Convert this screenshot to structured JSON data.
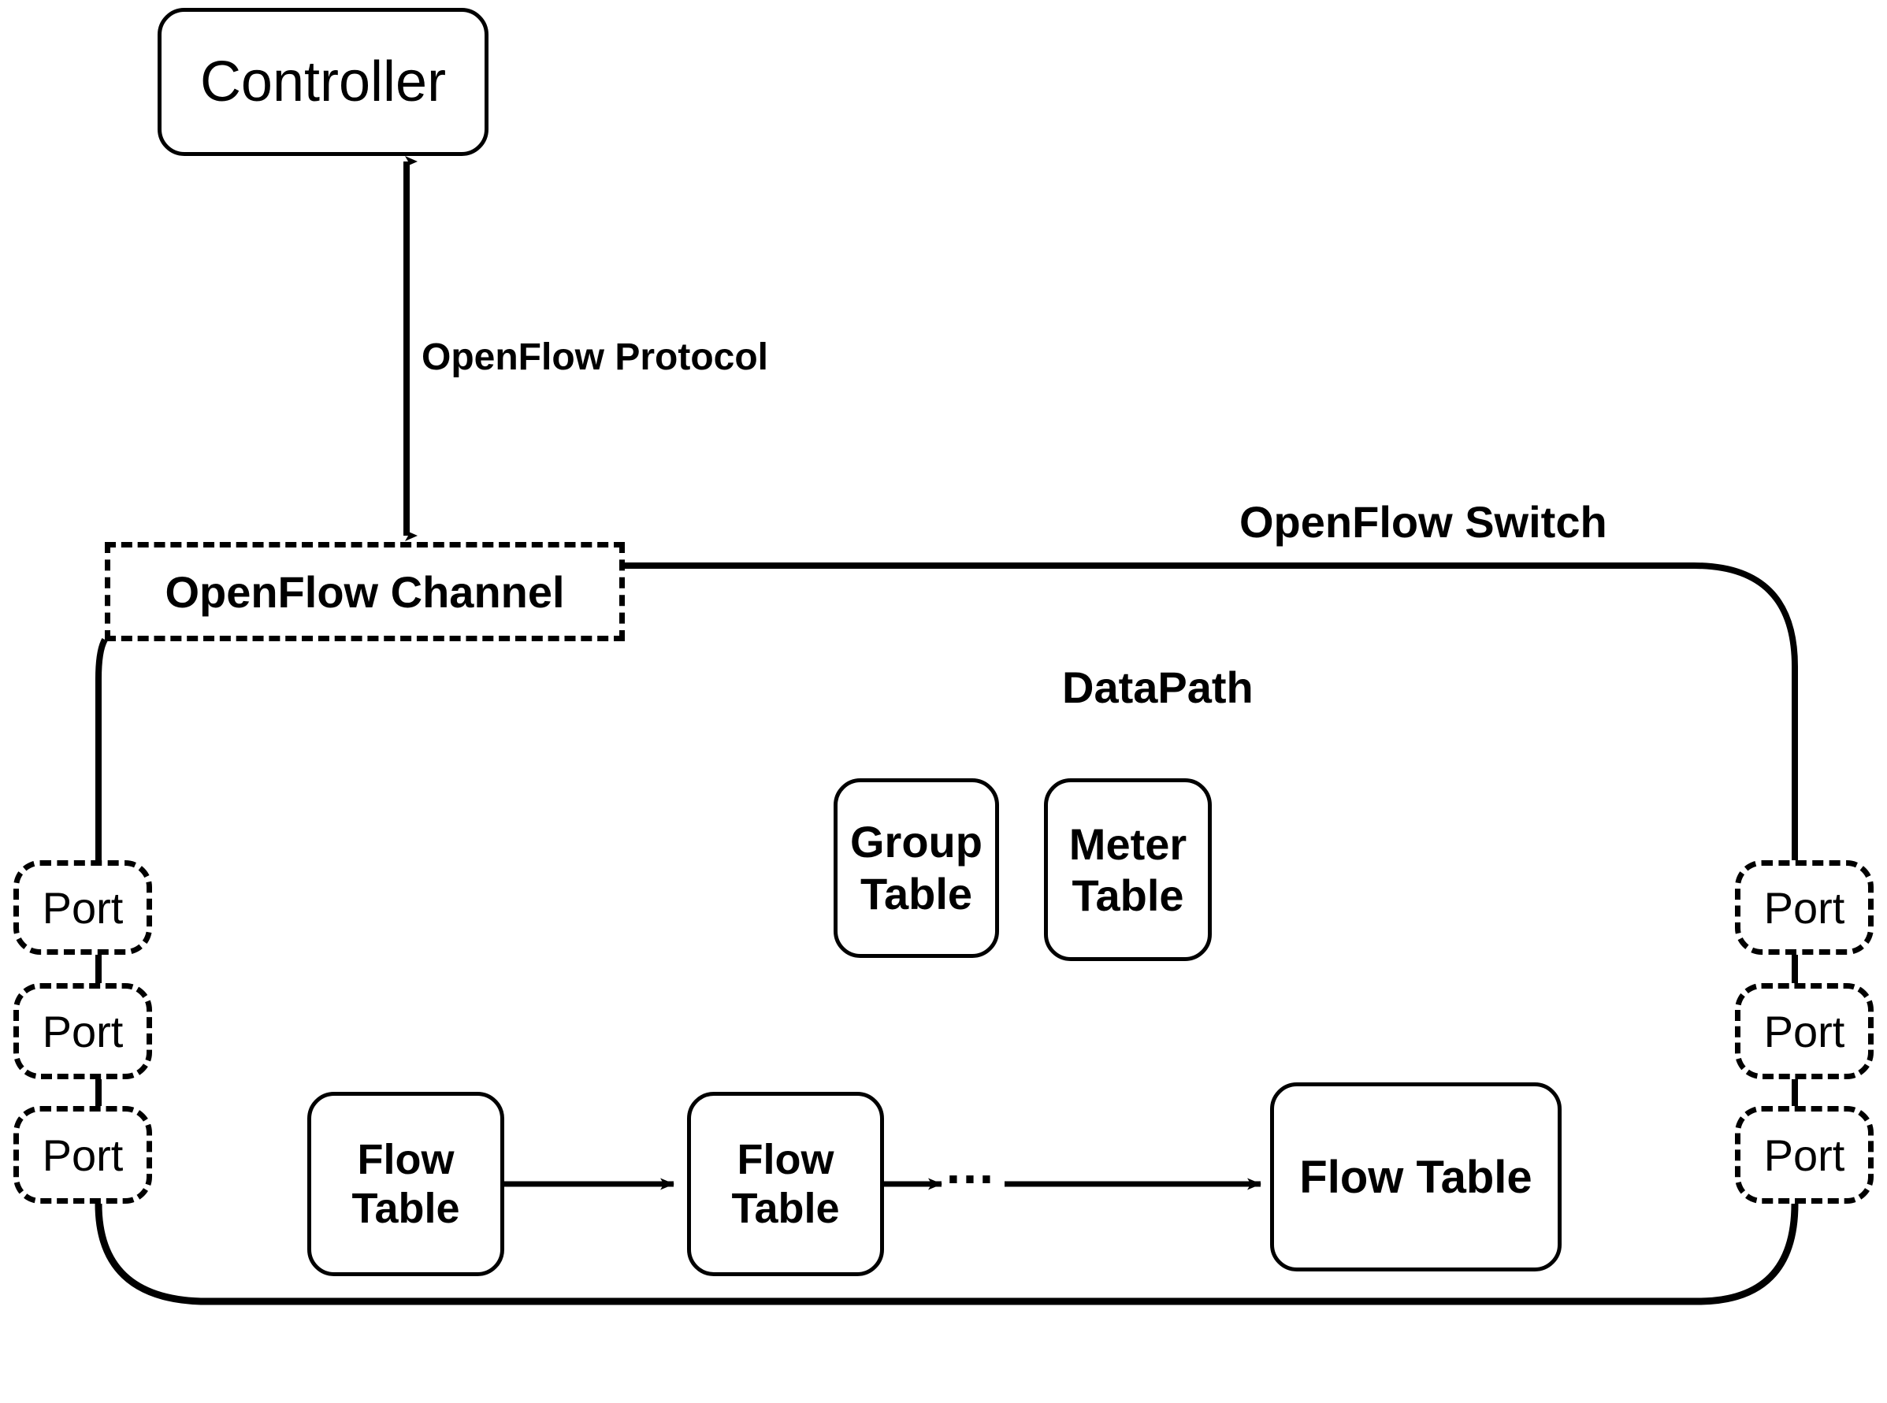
{
  "diagram": {
    "title_labels": {
      "openflow_switch": "OpenFlow Switch",
      "datapath": "DataPath",
      "openflow_protocol": "OpenFlow Protocol"
    },
    "controller": {
      "label": "Controller"
    },
    "openflow_channel": {
      "label": "OpenFlow Channel"
    },
    "group_table": {
      "line1": "Group",
      "line2": "Table"
    },
    "meter_table": {
      "label": "Meter Table"
    },
    "flow_tables": [
      {
        "label": "Flow Table"
      },
      {
        "label": "Flow Table"
      },
      {
        "label": "Flow Table"
      }
    ],
    "ellipsis": "…",
    "ports_left": [
      {
        "label": "Port"
      },
      {
        "label": "Port"
      },
      {
        "label": "Port"
      }
    ],
    "ports_right": [
      {
        "label": "Port"
      },
      {
        "label": "Port"
      },
      {
        "label": "Port"
      }
    ],
    "colors": {
      "stroke": "#000000",
      "background": "#ffffff",
      "text": "#000000"
    }
  }
}
